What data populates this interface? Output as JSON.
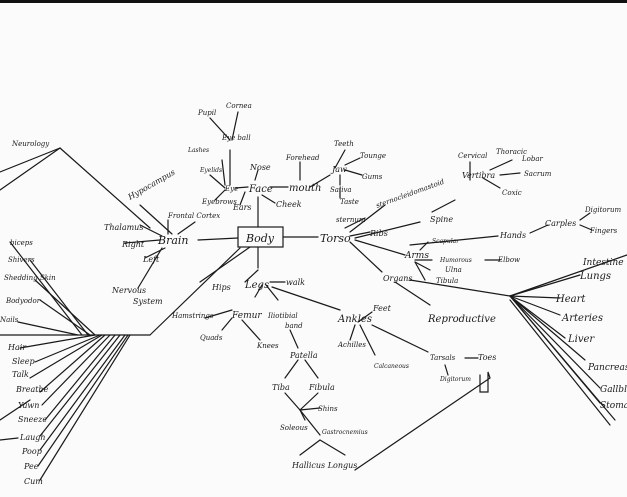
{
  "labels": {
    "body": "Body",
    "brain": "Brain",
    "frontal_cortex": "Frontal Cortex",
    "thalamus": "Thalamus",
    "hypocampus": "Hypocampus",
    "right": "Right",
    "left": "Left",
    "nervous": "Nervous",
    "system": "System",
    "neurology": "Neurology",
    "face": "Face",
    "nose": "Nose",
    "eye": "Eye",
    "eyeball": "Eye ball",
    "pupil": "Pupil",
    "cornea": "Cornea",
    "lashes": "Lashes",
    "eyelids": "Eyelids",
    "eyebrows": "Eyebrows",
    "ears": "Ears",
    "cheek": "Cheek",
    "forehead": "Forehead",
    "mouth": "mouth",
    "jaw": "Jaw",
    "teeth": "Teeth",
    "tongue": "Tounge",
    "gums": "Gums",
    "saliva": "Saliva",
    "taste": "Taste",
    "torso": "Torso",
    "sternum": "sternum",
    "sternocleidomastoid": "sternocleidomastoid",
    "ribs": "Ribs",
    "spine": "Spine",
    "vertebrae": "Vertibra",
    "cervical": "Cervical",
    "thoracic": "Thoracic",
    "lobar": "Lobar",
    "sacrum": "Sacrum",
    "coccyx": "Coxic",
    "hands": "Hands",
    "carples": "Carples",
    "digitorum": "Digitorum",
    "fingers": "Fingers",
    "arms": "Arms",
    "scapular": "Scapular",
    "humorous": "Humorous",
    "elbow": "Elbow",
    "ulna": "Ulna",
    "tibula": "Tibula",
    "organs": "Organs",
    "reproductive": "Reproductive",
    "intestine": "Intestine",
    "lungs": "Lungs",
    "heart": "Heart",
    "arteries": "Arteries",
    "liver": "Liver",
    "pancreas": "Pancreas",
    "gallbladder": "Gallbladder",
    "stomach": "Stomach",
    "legs": "Legs",
    "hips": "Hips",
    "walk": "walk",
    "hamstrings": "Hamstrings",
    "femur": "Femur",
    "quads": "Quads",
    "knees": "Knees",
    "iliotibial": "Iliotibial",
    "band": "band",
    "patella": "Patella",
    "tibia": "Tiba",
    "fibula": "Fibula",
    "shins": "Shins",
    "soleous": "Soleous",
    "gastrocnemius": "Gastrocnemius",
    "hallucis": "Hallicus Longus",
    "ankles": "Ankles",
    "feet": "Feet",
    "achilles": "Achilles",
    "calcaneous": "Calcaneous",
    "tarsals": "Tarsals",
    "toes": "Toes",
    "digitorum_foot": "Digitorum",
    "biceps": "biceps",
    "shivers": "Shivers",
    "shedding_skin": "Shedding Skin",
    "bodyodor": "Bodyodor",
    "nails": "Nails",
    "hair": "Hair",
    "sleep": "Sleep",
    "talk": "Talk",
    "breathe": "Breathe",
    "yawn": "Yawn",
    "sneeze": "Sneeze",
    "laugh": "Laugh",
    "poop": "Poop",
    "pee": "Pee",
    "cum": "Cum"
  }
}
